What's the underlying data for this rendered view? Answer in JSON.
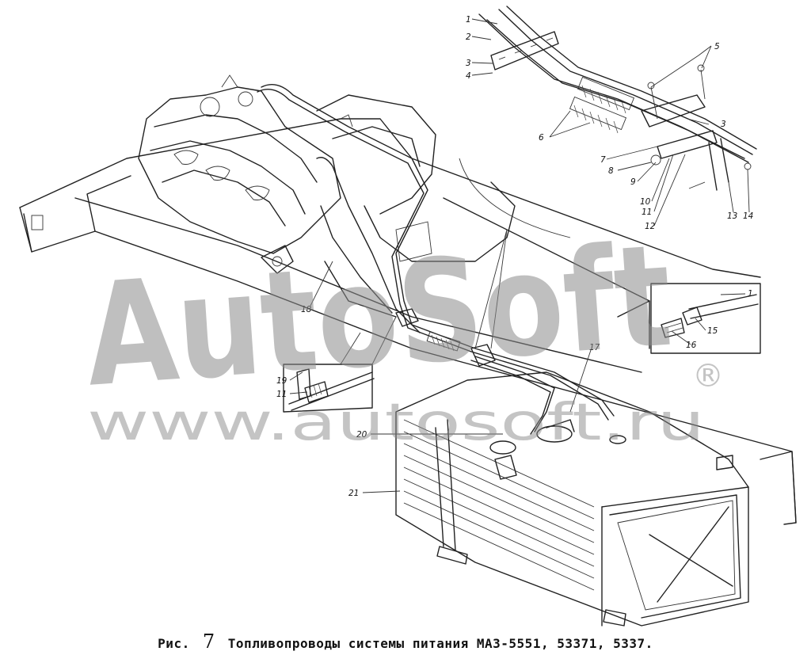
{
  "figure": {
    "caption_prefix": "Рис.",
    "caption_number": "7",
    "caption_text": "Топливопроводы системы питания МАЗ-5551, 53371, 5337."
  },
  "watermark": {
    "brand": "AutoSoft",
    "registered": "®",
    "url": "www.autosoft.ru",
    "color": "#8a8a8a"
  },
  "callouts": [
    "1",
    "2",
    "3",
    "4",
    "5",
    "3",
    "6",
    "7",
    "8",
    "9",
    "10",
    "11",
    "12",
    "13",
    "14",
    "1",
    "15",
    "16",
    "17",
    "18",
    "19",
    "11",
    "20",
    "21"
  ]
}
